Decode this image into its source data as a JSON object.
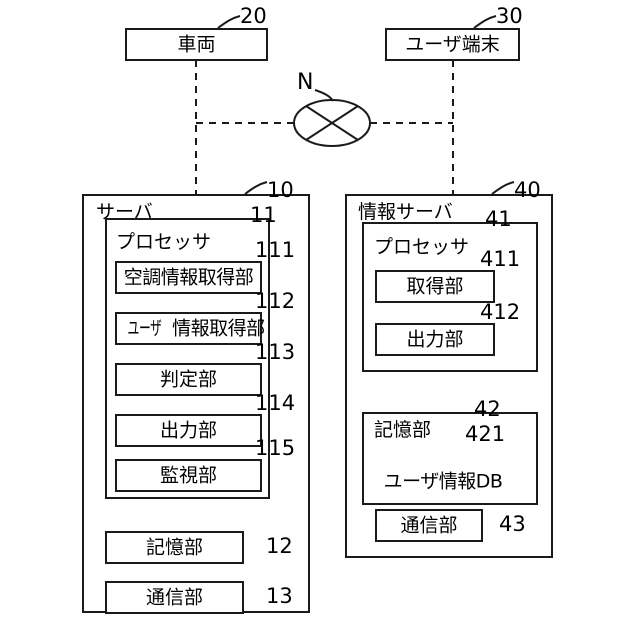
{
  "figure": {
    "type": "patent-block-diagram",
    "language": "ja"
  },
  "top_nodes": [
    {
      "id": "vehicle",
      "label": "車両",
      "ref": "20"
    },
    {
      "id": "user-terminal",
      "label": "ユーザ端末",
      "ref": "30"
    }
  ],
  "network": {
    "label": "N",
    "shape": "ellipse-with-cross"
  },
  "server": {
    "title": "サーバ",
    "ref": "10",
    "processor": {
      "title": "プロセッサ",
      "ref": "11",
      "units": [
        {
          "label": "空調情報取得部",
          "ref": "111"
        },
        {
          "label": "ユーザ情報取得部",
          "label_prefix": "ユーザ",
          "label_rest": "情報取得部",
          "ref": "112"
        },
        {
          "label": "判定部",
          "ref": "113"
        },
        {
          "label": "出力部",
          "ref": "114"
        },
        {
          "label": "監視部",
          "ref": "115"
        }
      ]
    },
    "units": [
      {
        "label": "記憶部",
        "ref": "12"
      },
      {
        "label": "通信部",
        "ref": "13"
      }
    ]
  },
  "info_server": {
    "title": "情報サーバ",
    "ref": "40",
    "processor": {
      "title": "プロセッサ",
      "ref": "41",
      "units": [
        {
          "label": "取得部",
          "ref": "411"
        },
        {
          "label": "出力部",
          "ref": "412"
        }
      ]
    },
    "storage": {
      "title": "記憶部",
      "ref": "42",
      "database": {
        "label": "ユーザ情報DB",
        "ref": "421"
      }
    },
    "units": [
      {
        "label": "通信部",
        "ref": "43"
      }
    ]
  },
  "colors": {
    "stroke": "#1a1a1a",
    "background": "#ffffff",
    "text": "#000000"
  }
}
